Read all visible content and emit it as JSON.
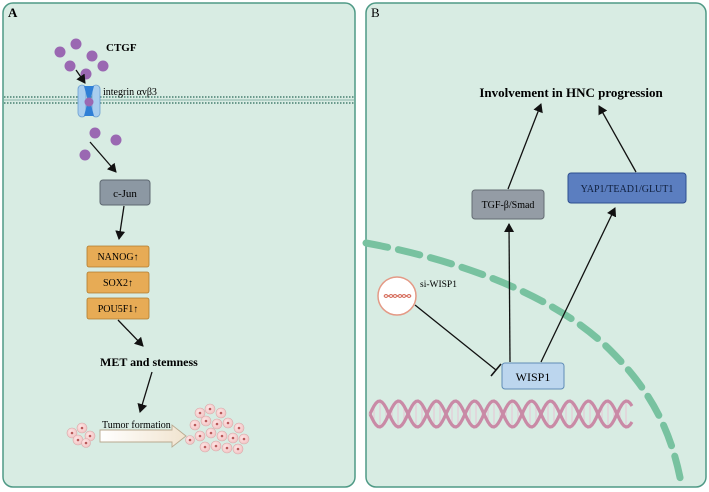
{
  "panel_a": {
    "label": "A",
    "ctgf": "CTGF",
    "receptor": "integrin αvβ3",
    "cjun": "c-Jun",
    "genes": [
      "NANOG↑",
      "SOX2↑",
      "POU5F1↑"
    ],
    "outcome": "MET and stemness",
    "tumor": "Tumor formation"
  },
  "panel_b": {
    "label": "B",
    "title": "Involvement in HNC progression",
    "tgf": "TGF-β/Smad",
    "yap": "YAP1/TEAD1/GLUT1",
    "sirna": "si-WISP1",
    "wisp1": "WISP1"
  },
  "colors": {
    "panel_bg": "#d8ece3",
    "panel_border": "#4f9a86",
    "ligand": "#9a68b2",
    "cjun_fill": "#8c98a3",
    "gene_fill": "#e7ab55",
    "tgf_fill": "#949ca5",
    "yap_fill": "#5b7ec0",
    "wisp_fill": "#bcd6ee",
    "nuclear": "#78c2a0",
    "dna": "#c98aa6"
  }
}
